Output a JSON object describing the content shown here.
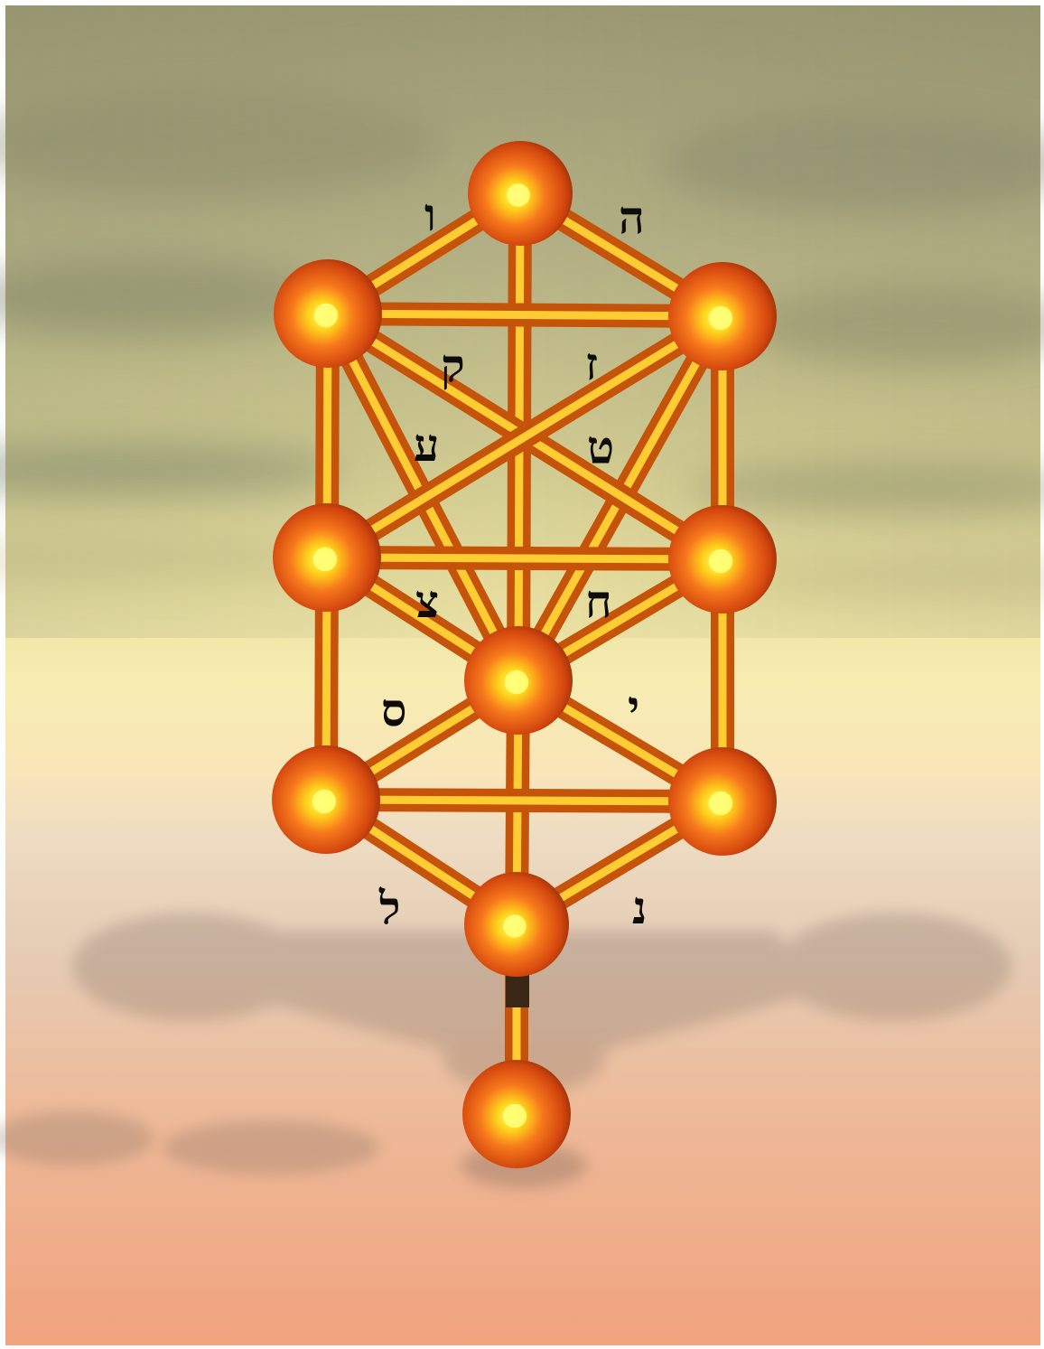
{
  "image": {
    "frame_color": "#ffffff",
    "sky_colors": [
      "#a8a880",
      "#d6d29a",
      "#f4e9a8",
      "#f7e3b6",
      "#f1c9a7",
      "#f2a682"
    ],
    "sphere_color": "#ee5a10",
    "sphere_highlight": "#ffff55",
    "rod_color": "#f09a1a"
  },
  "spheres": [
    {
      "id": "top"
    },
    {
      "id": "upper-left"
    },
    {
      "id": "upper-right"
    },
    {
      "id": "middle-left"
    },
    {
      "id": "middle-right"
    },
    {
      "id": "center"
    },
    {
      "id": "lower-left"
    },
    {
      "id": "lower-right"
    },
    {
      "id": "base"
    },
    {
      "id": "bottom"
    }
  ],
  "letters": {
    "top_left": "ו",
    "top_right": "ה",
    "upper_left": "ק",
    "upper_right": "ז",
    "cross_left": "ע",
    "cross_right": "ט",
    "middle_left": "צ",
    "middle_right": "ח",
    "lower_left": "ס",
    "lower_right": "י",
    "base_left": "ל",
    "base_right": "נ"
  }
}
